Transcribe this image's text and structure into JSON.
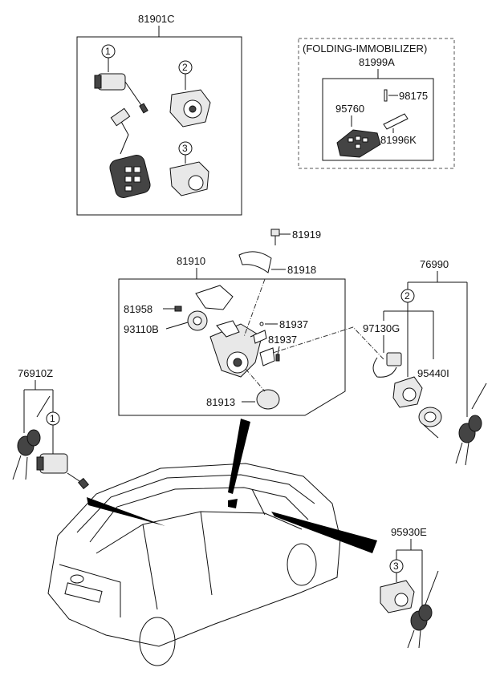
{
  "kits": {
    "main_kit": "81901C",
    "folding_header": "(FOLDING-IMMOBILIZER)",
    "folding_kit": "81999A",
    "lock_set": "81910",
    "set_right": "76990",
    "set_left": "76910Z",
    "set_bottom": "95930E"
  },
  "parts": {
    "p95760": "95760",
    "p98175": "98175",
    "p81996K": "81996K",
    "p81919": "81919",
    "p81918": "81918",
    "p81958": "81958",
    "p93110B": "93110B",
    "p81937a": "81937",
    "p81937b": "81937",
    "p81913": "81913",
    "p97130G": "97130G",
    "p95440I": "95440I"
  },
  "callouts": {
    "c1": "1",
    "c2": "2",
    "c3": "3"
  },
  "colors": {
    "line": "#111111",
    "part_fill": "#e8e8e8",
    "background": "#ffffff"
  }
}
